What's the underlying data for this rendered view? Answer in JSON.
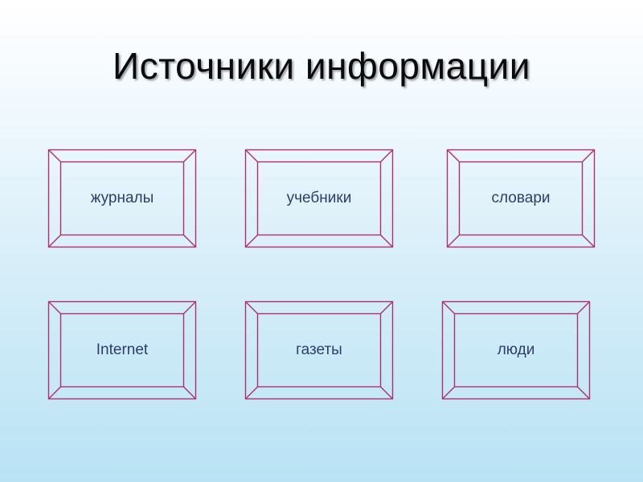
{
  "title": "Источники информации",
  "frame_color": "#b0306f",
  "sources": [
    {
      "label": "журналы"
    },
    {
      "label": "учебники"
    },
    {
      "label": "словари"
    },
    {
      "label": "Internet"
    },
    {
      "label": "газеты"
    },
    {
      "label": "люди"
    }
  ]
}
